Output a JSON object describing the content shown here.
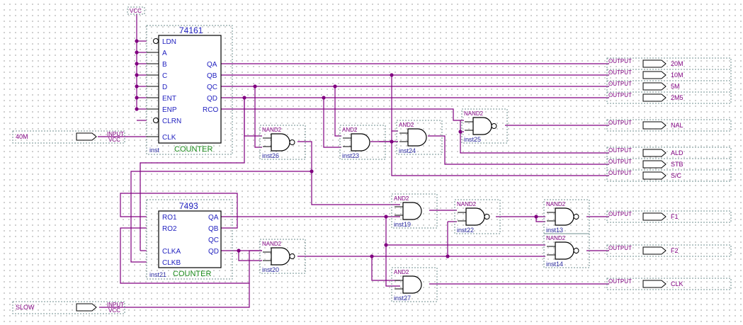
{
  "vcc_label": "VCC",
  "counter_74161": {
    "chip": "74161",
    "left_pins": [
      "LDN",
      "A",
      "B",
      "C",
      "D",
      "ENT",
      "ENP",
      "CLRN",
      "CLK"
    ],
    "right_pins": [
      "QA",
      "QB",
      "QC",
      "QD",
      "RCO"
    ],
    "type": "COUNTER",
    "inst": "inst"
  },
  "counter_7493": {
    "chip": "7493",
    "left_pins": [
      "RO1",
      "RO2",
      "CLKA",
      "CLKB"
    ],
    "right_pins": [
      "QA",
      "QB",
      "QC",
      "QD"
    ],
    "type": "COUNTER",
    "inst": "inst21"
  },
  "inputs": [
    {
      "name": "40M",
      "kind": "INPUT",
      "sub": "VCC"
    },
    {
      "name": "SLOW",
      "kind": "INPUT",
      "sub": "VCC"
    }
  ],
  "gates": [
    {
      "type": "NAND2",
      "inst": "inst26"
    },
    {
      "type": "AND2",
      "inst": "inst23"
    },
    {
      "type": "AND2",
      "inst": "inst24"
    },
    {
      "type": "NAND2",
      "inst": "inst25"
    },
    {
      "type": "AND2",
      "inst": "inst19"
    },
    {
      "type": "NAND2",
      "inst": "inst22"
    },
    {
      "type": "NAND2",
      "inst": "inst13"
    },
    {
      "type": "NAND2",
      "inst": "inst14"
    },
    {
      "type": "NAND2",
      "inst": "inst20"
    },
    {
      "type": "AND2",
      "inst": "inst27"
    }
  ],
  "outputs": [
    {
      "kind": "OUTPUT",
      "name": "20M"
    },
    {
      "kind": "OUTPUT",
      "name": "10M"
    },
    {
      "kind": "OUTPUT",
      "name": "5M"
    },
    {
      "kind": "OUTPUT",
      "name": "2M5"
    },
    {
      "kind": "OUTPUT",
      "name": "NAL"
    },
    {
      "kind": "OUTPUT",
      "name": "ALD"
    },
    {
      "kind": "OUTPUT",
      "name": "STB"
    },
    {
      "kind": "OUTPUT",
      "name": "S/C"
    },
    {
      "kind": "OUTPUT",
      "name": "F1"
    },
    {
      "kind": "OUTPUT",
      "name": "F2"
    },
    {
      "kind": "OUTPUT",
      "name": "CLK"
    }
  ]
}
